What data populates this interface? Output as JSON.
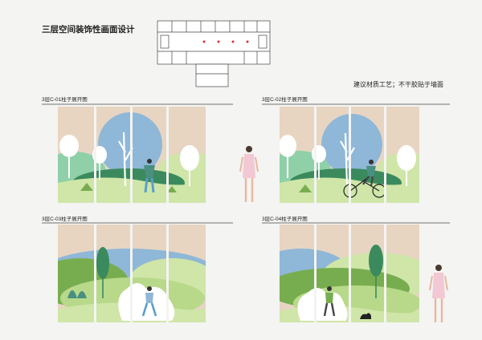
{
  "title": "三层空间装饰性画面设计",
  "note": "建议材质工艺；不干胶贴于墙面",
  "panels": [
    {
      "label": "3层C-01柱子展开图"
    },
    {
      "label": "3层C-02柱子展开图"
    },
    {
      "label": "3层C-03柱子展开图"
    },
    {
      "label": "3层C-04柱子展开图"
    }
  ],
  "colors": {
    "beige": "#e7d5c2",
    "sky": "#8fb7d8",
    "pale_green": "#cfe6a8",
    "light_green": "#b8d98a",
    "mid_green": "#78ad4f",
    "dark_green": "#3b8a5e",
    "teal": "#4a8f80",
    "line": "#333333"
  }
}
